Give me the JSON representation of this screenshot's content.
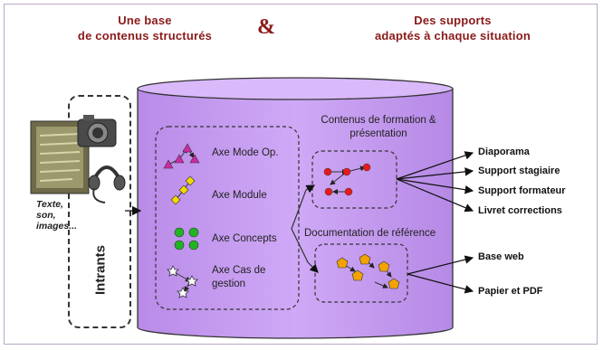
{
  "header": {
    "left_line1": "Une base",
    "left_line2": "de contenus structurés",
    "ampersand": "&",
    "right_line1": "Des supports",
    "right_line2": "adaptés à chaque situation"
  },
  "intrants": {
    "label": "Intrants",
    "inputs_line1": "Texte,",
    "inputs_line2": "son,",
    "inputs_line3": "images..."
  },
  "axes": [
    {
      "label": "Axe Mode Op."
    },
    {
      "label": "Axe Module"
    },
    {
      "label": "Axe Concepts"
    },
    {
      "label_line1": "Axe Cas de",
      "label_line2": "gestion"
    }
  ],
  "contenus": {
    "title_line1": "Contenus de formation &",
    "title_line2": "présentation",
    "outputs": [
      "Diaporama",
      "Support stagiaire",
      "Support formateur",
      "Livret corrections"
    ]
  },
  "documentation": {
    "title": "Documentation de référence",
    "outputs": [
      "Base web",
      "Papier et PDF"
    ]
  },
  "colors": {
    "cylinder": "#c9a3f3",
    "header_text": "#8b1a1a",
    "mode_op_marker": "#cc2aa4",
    "module_marker": "#f0d800",
    "concepts_marker": "#22b322",
    "cas_marker": "#ffffff",
    "contenus_marker": "#e51b1b",
    "documentation_marker": "#f2a300"
  },
  "icons": [
    "text-page-icon",
    "camera-icon",
    "headset-icon",
    "arrow-icon"
  ]
}
